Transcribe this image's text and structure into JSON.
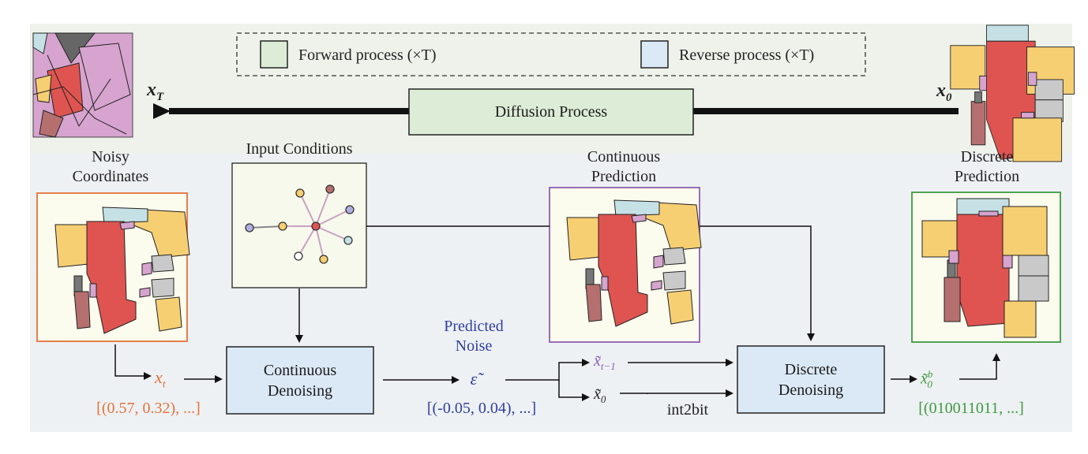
{
  "legend": {
    "forward_label": "Forward process (×T)",
    "reverse_label": "Reverse process (×T)",
    "forward_color": "#dcecd6",
    "reverse_color": "#dbe9f6"
  },
  "top": {
    "process_label": "Diffusion Process",
    "x_T": "x",
    "x_T_sub": "T",
    "x_0": "x",
    "x_0_sub": "0"
  },
  "panels": {
    "noisy_title_1": "Noisy",
    "noisy_title_2": "Coordinates",
    "input_title": "Input Conditions",
    "continuous_title_1": "Continuous",
    "continuous_title_2": "Prediction",
    "discrete_title_1": "Discrete",
    "discrete_title_2": "Prediction"
  },
  "flow": {
    "x_t": "x",
    "x_t_sub": "t",
    "x_t_values": "[(0.57, 0.32), ...]",
    "continuous_denoising_1": "Continuous",
    "continuous_denoising_2": "Denoising",
    "predicted_noise_1": "Predicted",
    "predicted_noise_2": "Noise",
    "epsilon": "ε̃",
    "epsilon_values": "[(-0.05, 0.04), ...]",
    "x_tm1": "x̃",
    "x_tm1_sub": "t−1",
    "x0_tilde": "x̃",
    "x0_tilde_sub": "0",
    "int2bit": "int2bit",
    "discrete_denoising_1": "Discrete",
    "discrete_denoising_2": "Denoising",
    "x0b": "x̃",
    "x0b_sub": "0",
    "x0b_sup": "b",
    "x0b_values": "[(010011011, ...]"
  },
  "colors": {
    "forward_bg": "#eef2ea",
    "reverse_bg": "#eef1f4",
    "orange": "#e3733a",
    "blue_text": "#2f3f9c",
    "purple": "#8b5fb0",
    "green": "#3e9a3e",
    "room_red": "#df5450",
    "room_yellow": "#f7cf73",
    "room_blue": "#c5e1e6",
    "room_gray": "#c9c9c9",
    "room_pink": "#d6a4cf",
    "room_brown": "#b66f6f",
    "room_darkgray": "#777777"
  }
}
